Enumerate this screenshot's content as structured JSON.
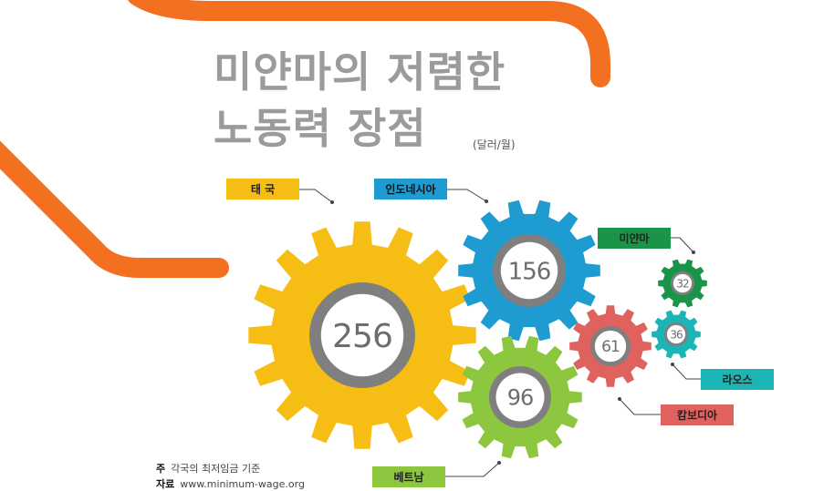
{
  "title_line1": "미얀마의 저렴한",
  "title_line2": "노동력 장점",
  "unit": "(달러/월)",
  "notes": {
    "note_label": "주",
    "note_text": "각국의 최저임금 기준",
    "source_label": "자료",
    "source_text": "www.minimum-wage.org"
  },
  "colors": {
    "accent": "#F37021",
    "hub_ring": "#7f7f7f"
  },
  "chart_data": {
    "type": "bar",
    "title": "미얀마의 저렴한 노동력 장점",
    "ylabel": "(달러/월)",
    "categories": [
      "태 국",
      "인도네시아",
      "베트남",
      "캄보디아",
      "라오스",
      "미얀마"
    ],
    "values": [
      256,
      156,
      96,
      61,
      36,
      32
    ],
    "colors": [
      "#F6BE15",
      "#1E9BD0",
      "#8DC63F",
      "#E0625F",
      "#1CB5B5",
      "#1A9448"
    ]
  }
}
